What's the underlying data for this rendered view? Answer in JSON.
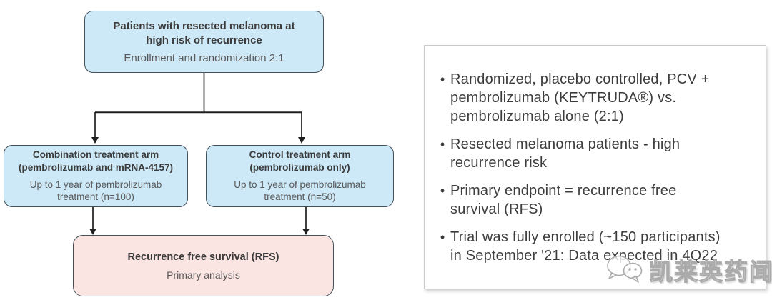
{
  "flowchart": {
    "top_box": {
      "title": "Patients with resected melanoma at\nhigh risk of recurrence",
      "subtitle": "Enrollment and randomization 2:1"
    },
    "combination_box": {
      "title": "Combination treatment arm\n(pembrolizumab and mRNA-4157)",
      "body": "Up to 1 year of pembrolizumab\ntreatment (n=100)"
    },
    "control_box": {
      "title": "Control treatment arm\n(pembrolizumab only)",
      "body": "Up to 1 year of pembrolizumab\ntreatment (n=50)"
    },
    "outcome_box": {
      "title": "Recurrence free survival (RFS)",
      "subtitle": "Primary analysis"
    }
  },
  "summary_panel": {
    "bullets": [
      "Randomized, placebo controlled, PCV +\npembrolizumab (KEYTRUDA®) vs.\npembrolizumab alone (2:1)",
      "Resected melanoma patients - high\nrecurrence risk",
      "Primary endpoint = recurrence free\nsurvival (RFS)",
      "Trial was fully enrolled (~150 participants)\nin September '21: Data expected in 4Q22"
    ]
  },
  "watermark": {
    "text": "凯莱英药闻",
    "icon": "wechat-icon"
  },
  "colors": {
    "box_blue_fill": "#cde8f6",
    "box_pink_fill": "#fbe5e3",
    "box_border": "#42505a",
    "panel_border": "#c9c9c9",
    "title_text": "#3b3b3b",
    "secondary_text": "#595959",
    "bullet_text": "#3d3d3d",
    "connector": "#1f1f1f",
    "watermark_gray": "#ababab"
  }
}
